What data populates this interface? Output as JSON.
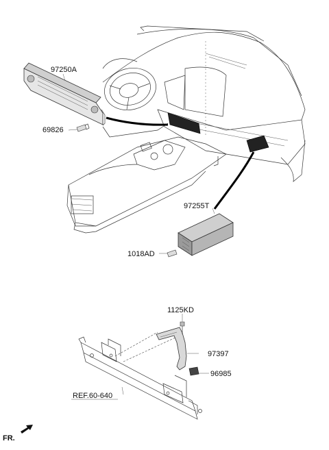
{
  "parts": {
    "p97250A": "97250A",
    "p69826": "69826",
    "p97255T": "97255T",
    "p1018AD": "1018AD",
    "p1125KD": "1125KD",
    "p97397": "97397",
    "p96985": "96985",
    "ref": "REF.60-640"
  },
  "footer": {
    "fr": "FR."
  }
}
